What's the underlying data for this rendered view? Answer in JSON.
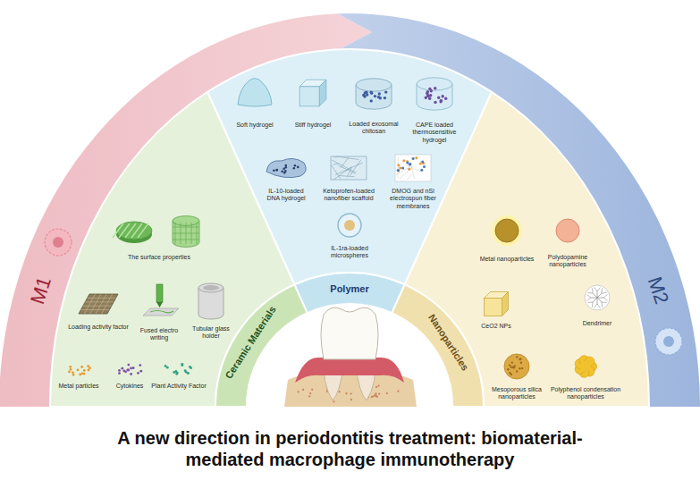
{
  "diagram": {
    "title": "A new direction in periodontitis treatment: biomaterial-mediated macrophage immunotherapy",
    "nodes": [
      {
        "text": [
          "M1"
        ]
      },
      {
        "text": [
          "M2"
        ]
      },
      {
        "text": [
          "Polymer",
          "Soft hydrogel",
          "Stiff hydrogel",
          "Loaded exosomal chitosan",
          "CAPE loaded thermosensitive hydrogel",
          "IL-10-loaded DNA hydrogel",
          "Ketoprofen-loaded nanofiber scaffold",
          "DMOG and nSi electrospun fiber membranes",
          "IL-1ra-loaded microspheres"
        ]
      },
      {
        "text": [
          "Ceramic Materials",
          "The surface properties",
          "Loading activity factor",
          "Fused electro writing",
          "Tubular glass holder",
          "Metal particles",
          "Cytokines",
          "Plant Activity Factor"
        ]
      },
      {
        "text": [
          "Nanoparticles",
          "Metal nanoparticles",
          "Polydopamine nanoparticles",
          "CeO2 NPs",
          "Dendrimer",
          "Mesoporous silica nanoparticles",
          "Polyphenol condensation nanoparticles"
        ]
      }
    ]
  }
}
